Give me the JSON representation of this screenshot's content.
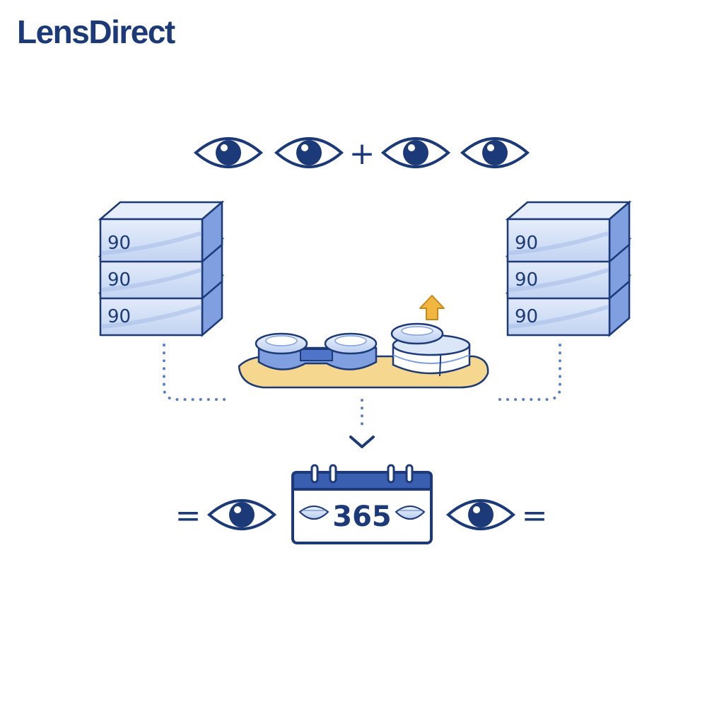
{
  "brand": {
    "name": "LensDirect"
  },
  "equation_top": {
    "plus": "+"
  },
  "left_stack": {
    "boxes": [
      "90",
      "90",
      "90"
    ]
  },
  "right_stack": {
    "boxes": [
      "90",
      "90",
      "90"
    ]
  },
  "result": {
    "equals_left": "=",
    "equals_right": "=",
    "calendar_value": "365"
  },
  "colors": {
    "navy": "#1c3a78",
    "box_fill": "#cfdcf5",
    "box_side": "#7f9fe0",
    "tray": "#f6d78f",
    "arrow_gold": "#f0b640",
    "dots": "#5b7fc0"
  },
  "icons": [
    "eye-icon",
    "box-icon",
    "lens-case-icon",
    "upload-arrow-icon",
    "down-arrow-icon",
    "calendar-icon",
    "contact-lens-icon"
  ]
}
